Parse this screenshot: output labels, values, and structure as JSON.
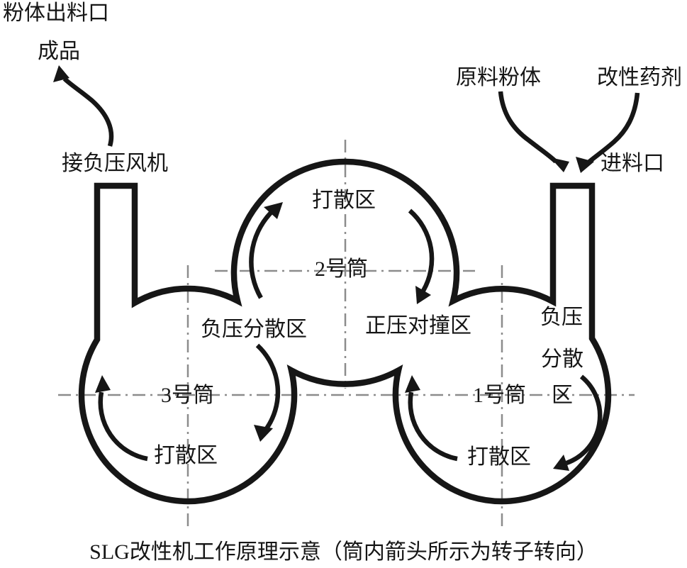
{
  "diagram": {
    "title_caption": "SLG改性机工作原理示意（筒内箭头所示为转子转向）",
    "top_left": {
      "powder_outlet": "粉体出料口",
      "finished_product": "成品",
      "negative_fan": "接负压风机"
    },
    "top_right": {
      "raw_powder": "原料粉体",
      "modifier_agent": "改性药剂",
      "feed_inlet": "进料口"
    },
    "cylinder2": {
      "name": "2号筒",
      "scatter_zone": "打散区"
    },
    "cylinder3": {
      "name": "3号筒",
      "scatter_zone": "打散区",
      "neg_pressure_disperse": "负压分散区"
    },
    "cylinder1": {
      "name": "1号筒",
      "scatter_zone": "打散区",
      "neg_line1": "负压",
      "neg_line2": "分散",
      "neg_line3": "区"
    },
    "center_zone": {
      "positive_collision": "正压对撞区"
    }
  },
  "colors": {
    "ink": "#161616",
    "centerline_gray": "#8c8c8c",
    "background": "#ffffff"
  }
}
